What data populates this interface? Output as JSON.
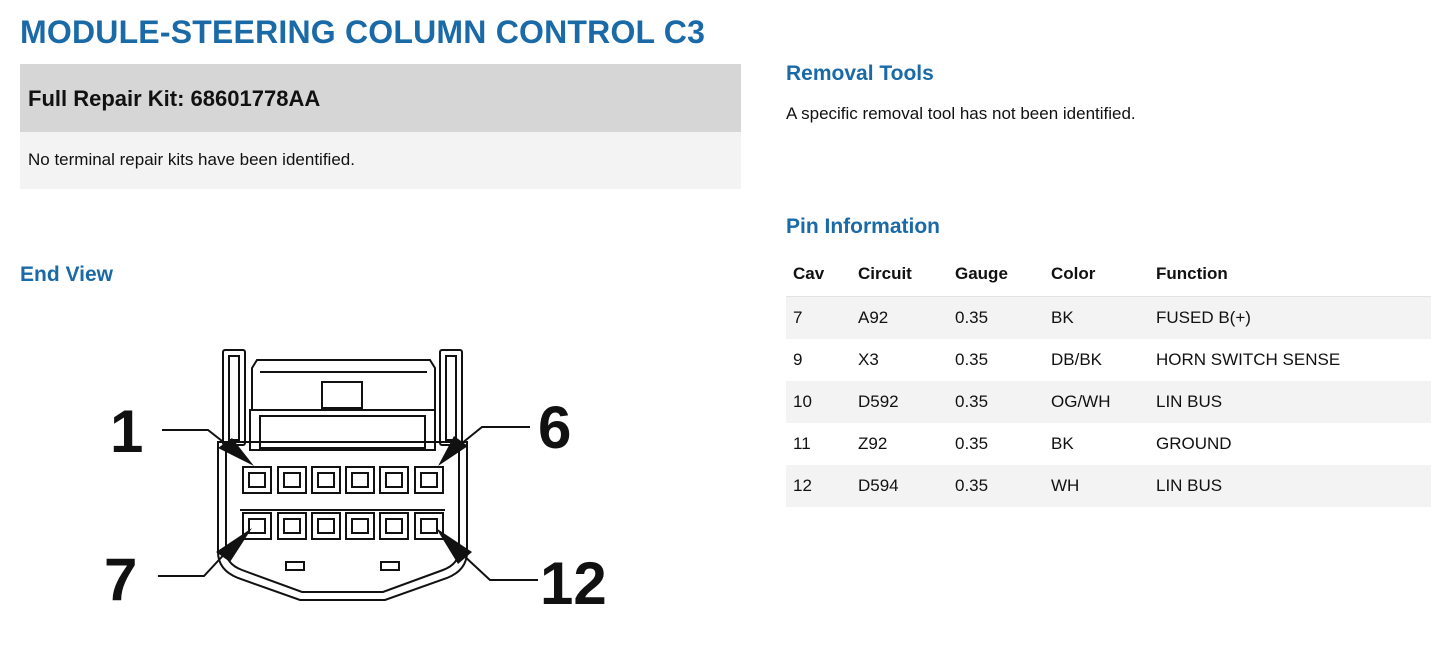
{
  "page_title": "MODULE-STEERING COLUMN CONTROL C3",
  "repair_kit": {
    "title": "Full Repair Kit: 68601778AA",
    "message": "No terminal repair kits have been identified."
  },
  "removal_tools": {
    "heading": "Removal Tools",
    "message": "A specific removal tool has not been identified."
  },
  "end_view": {
    "heading": "End View",
    "labels": [
      "1",
      "6",
      "7",
      "12"
    ]
  },
  "pin_info": {
    "heading": "Pin Information",
    "columns": [
      "Cav",
      "Circuit",
      "Gauge",
      "Color",
      "Function"
    ],
    "rows": [
      {
        "cav": "7",
        "circuit": "A92",
        "gauge": "0.35",
        "color": "BK",
        "function": "FUSED B(+)"
      },
      {
        "cav": "9",
        "circuit": "X3",
        "gauge": "0.35",
        "color": "DB/BK",
        "function": "HORN SWITCH SENSE"
      },
      {
        "cav": "10",
        "circuit": "D592",
        "gauge": "0.35",
        "color": "OG/WH",
        "function": "LIN BUS"
      },
      {
        "cav": "11",
        "circuit": "Z92",
        "gauge": "0.35",
        "color": "BK",
        "function": "GROUND"
      },
      {
        "cav": "12",
        "circuit": "D594",
        "gauge": "0.35",
        "color": "WH",
        "function": "LIN BUS"
      }
    ]
  },
  "colors": {
    "heading": "#1a6aa8",
    "kit_header_bg": "#d6d6d6",
    "row_stripe": "#f3f3f3"
  }
}
